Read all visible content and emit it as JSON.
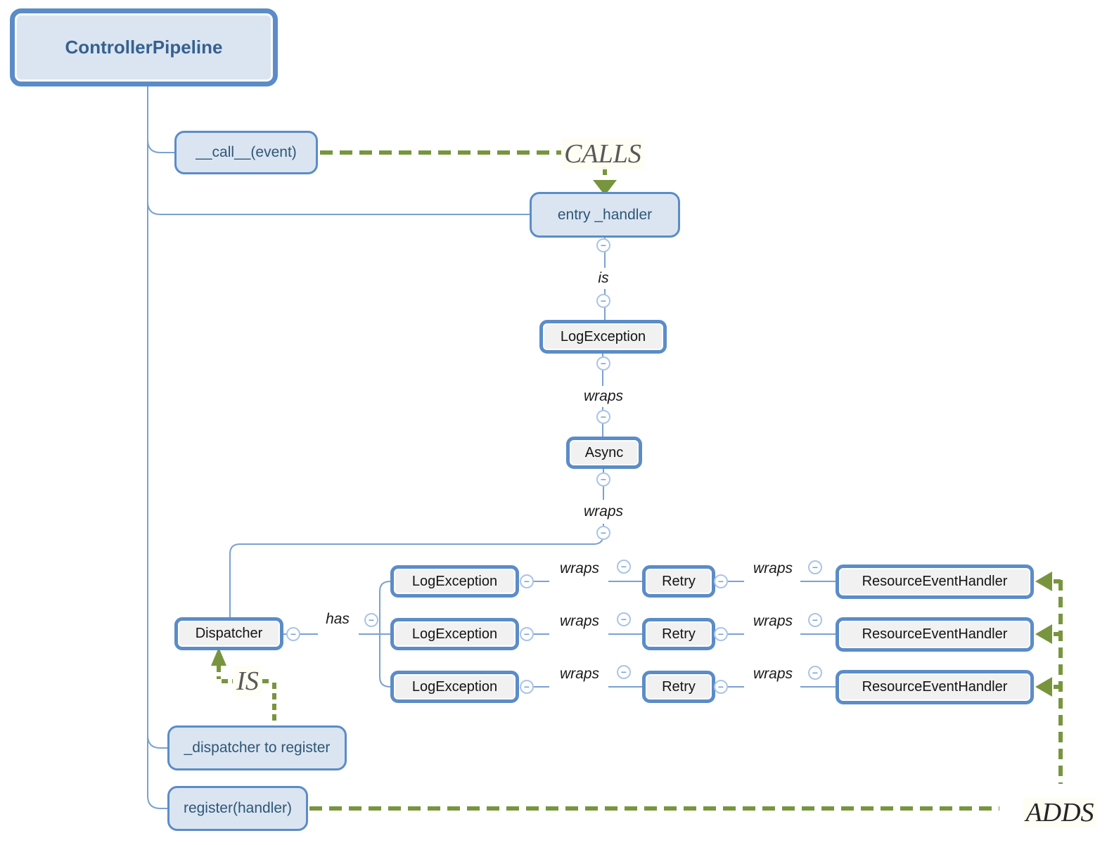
{
  "nodes": {
    "root": "ControllerPipeline",
    "call_event": "__call__(event)",
    "entry_handler": "entry _handler",
    "log_exception": "LogException",
    "async_node": "Async",
    "dispatcher": "Dispatcher",
    "dispatcher_to_register": "_dispatcher to register",
    "register_handler": "register(handler)"
  },
  "rows": [
    {
      "log": "LogException",
      "wraps1": "wraps",
      "retry": "Retry",
      "wraps2": "wraps",
      "handler": "ResourceEventHandler"
    },
    {
      "log": "LogException",
      "wraps1": "wraps",
      "retry": "Retry",
      "wraps2": "wraps",
      "handler": "ResourceEventHandler"
    },
    {
      "log": "LogException",
      "wraps1": "wraps",
      "retry": "Retry",
      "wraps2": "wraps",
      "handler": "ResourceEventHandler"
    }
  ],
  "edge_labels": {
    "is": "is",
    "wraps_chain_1": "wraps",
    "wraps_chain_2": "wraps",
    "has": "has"
  },
  "relations": {
    "calls": "CALLS",
    "is": "IS",
    "adds": "ADDS"
  },
  "icons": {
    "collapse": "−"
  },
  "colors": {
    "node_border": "#5b8cc8",
    "node_fill_blue": "#dbe5f1",
    "node_fill_gray": "#f1f1f1",
    "connector": "#7aa1d2",
    "relation_green": "#78953e",
    "relation_text": "#595959",
    "text_blue": "#2d5777"
  }
}
